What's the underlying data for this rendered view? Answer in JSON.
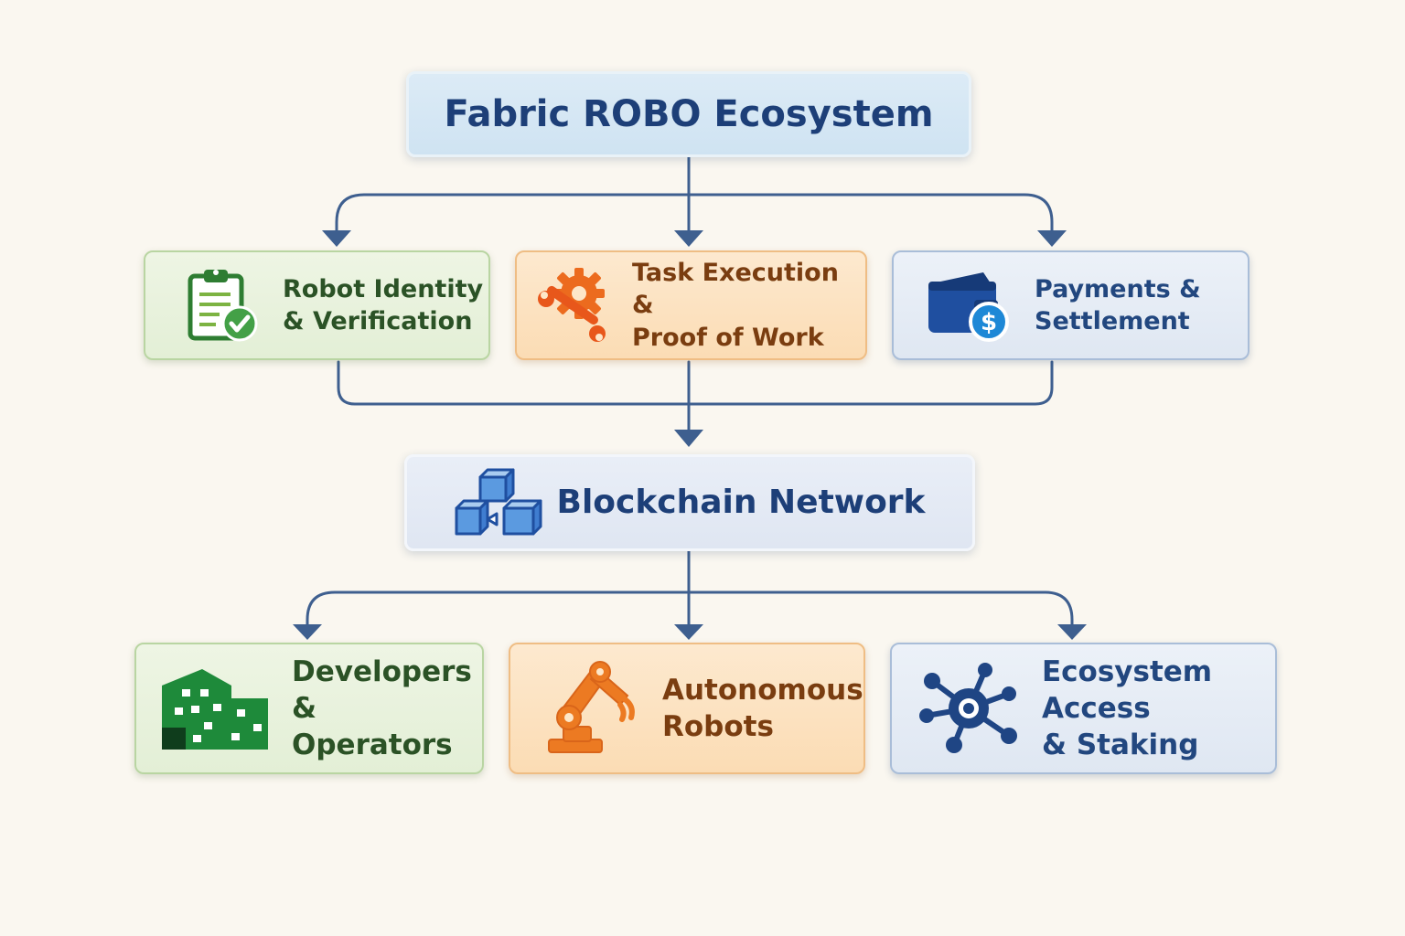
{
  "title": "Fabric ROBO Ecosystem",
  "middle_nodes": [
    {
      "line1": "Robot Identity",
      "line2": "& Verification",
      "icon": "clipboard-check-icon"
    },
    {
      "line1": "Task Execution &",
      "line2": "Proof of Work",
      "icon": "gears-wrench-icon"
    },
    {
      "line1": "Payments &",
      "line2": "Settlement",
      "icon": "wallet-dollar-icon"
    }
  ],
  "hub": {
    "label": "Blockchain Network",
    "icon": "blocks-icon"
  },
  "bottom_nodes": [
    {
      "line1": "Developers &",
      "line2": "Operators",
      "icon": "buildings-icon"
    },
    {
      "line1": "Autonomous",
      "line2": "Robots",
      "icon": "robot-arm-icon"
    },
    {
      "line1": "Ecosystem Access",
      "line2": "& Staking",
      "icon": "network-hub-icon"
    }
  ],
  "colors": {
    "connector": "#3e5f8f",
    "title_text": "#1d3f78",
    "green": "#2e8a3a",
    "orange": "#ec7a22",
    "blue": "#22477f"
  }
}
